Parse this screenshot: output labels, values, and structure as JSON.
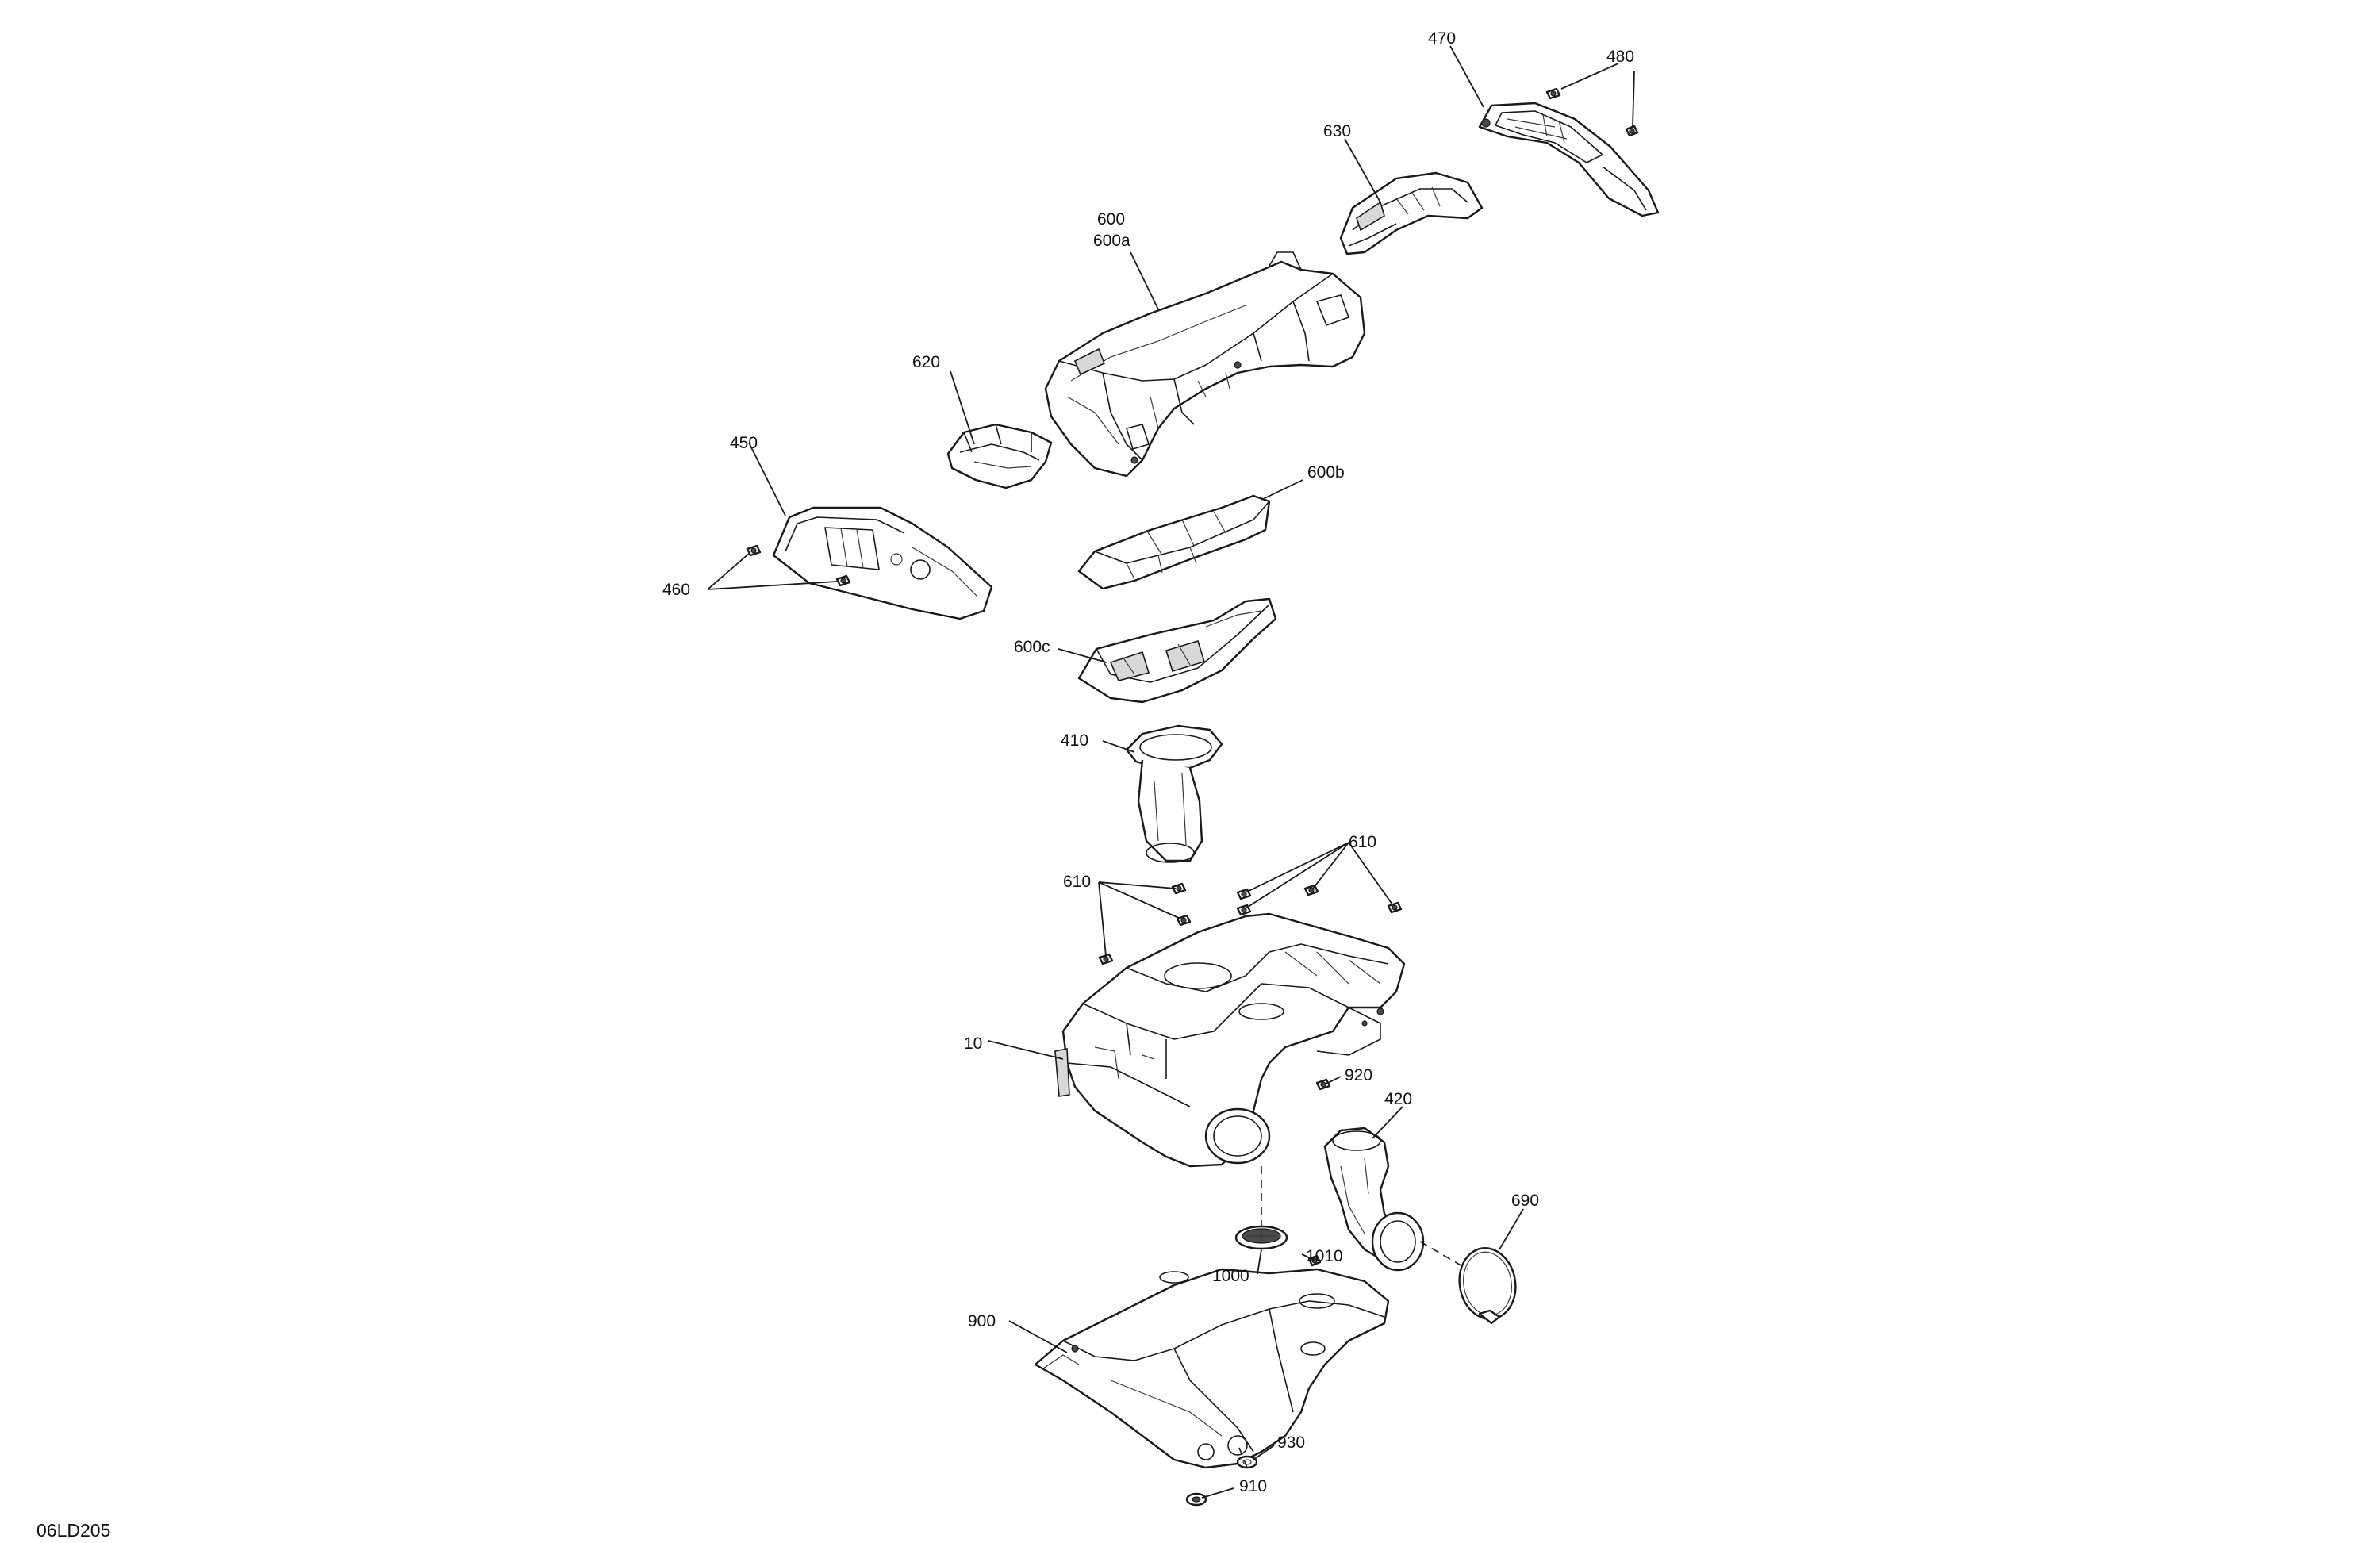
{
  "labels": {
    "p470": "470",
    "p480": "480",
    "p630": "630",
    "p600": "600",
    "p600a": "600a",
    "p620": "620",
    "p450": "450",
    "p600b": "600b",
    "p460": "460",
    "p600c": "600c",
    "p410": "410",
    "p610a": "610",
    "p610b": "610",
    "p10": "10",
    "p920": "920",
    "p420": "420",
    "p690": "690",
    "p1010": "1010",
    "p1000": "1000",
    "p900": "900",
    "p930": "930",
    "p910": "910"
  },
  "reference_code": "06LD205"
}
